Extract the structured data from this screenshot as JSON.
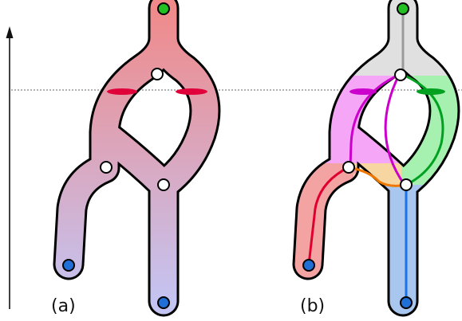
{
  "figure": {
    "panel_a": {
      "label": "(a)"
    },
    "panel_b": {
      "label": "(b)"
    }
  },
  "colors": {
    "outline": "#000000",
    "gradient_top": "#f08a8a",
    "gradient_bottom": "#c4c4f2",
    "slice_mark": "#e0003a",
    "top_node": "#22c022",
    "bottom_node": "#1f6fd6",
    "junction_node": "#ffffff",
    "region_gray": "#e0e0e0",
    "region_magenta": "#f6a6f6",
    "region_green": "#a6f0b0",
    "region_red": "#f4a3a3",
    "region_orange": "#f8d6a2",
    "region_blue": "#a8c6ee",
    "curve_gray": "#9a9a9a",
    "curve_magenta": "#cc00cc",
    "curve_green": "#00a020",
    "curve_red": "#e00030",
    "curve_orange": "#f07800",
    "curve_blue": "#1a73e8"
  },
  "icons": {
    "axis": "up-arrow-icon",
    "level": "dotted-line"
  }
}
